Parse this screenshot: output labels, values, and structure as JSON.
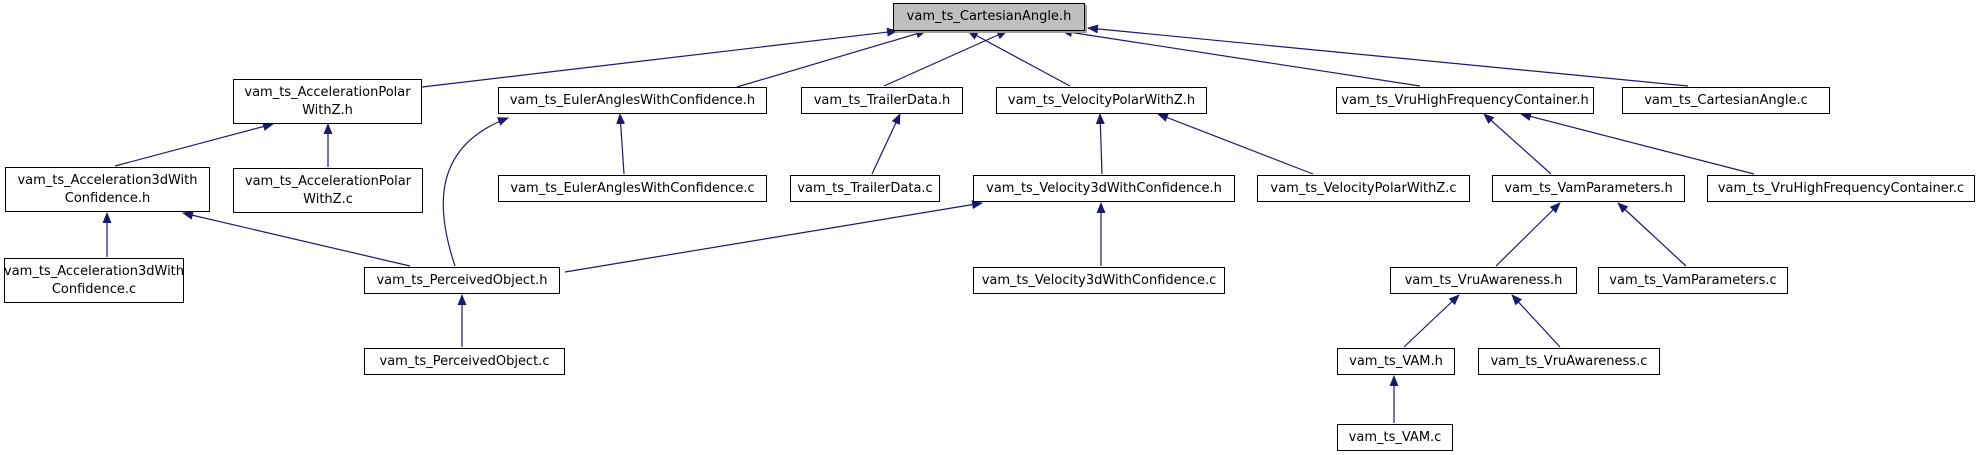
{
  "diagram": {
    "kind": "doxygen-included-by-graph",
    "root_id": "n0",
    "colors": {
      "edge": "#191970",
      "root_fill": "#bfbfbf",
      "node_fill": "#ffffff",
      "node_border": "#000000",
      "text": "#000000",
      "background": "#ffffff"
    },
    "nodes": [
      {
        "id": "n0",
        "label": "vam_ts_CartesianAngle.h"
      },
      {
        "id": "n1",
        "label": "vam_ts_AccelerationPolar\nWithZ.h"
      },
      {
        "id": "n2",
        "label": "vam_ts_EulerAnglesWithConfidence.h"
      },
      {
        "id": "n3",
        "label": "vam_ts_TrailerData.h"
      },
      {
        "id": "n4",
        "label": "vam_ts_VelocityPolarWithZ.h"
      },
      {
        "id": "n5",
        "label": "vam_ts_VruHighFrequencyContainer.h"
      },
      {
        "id": "n6",
        "label": "vam_ts_CartesianAngle.c"
      },
      {
        "id": "n7",
        "label": "vam_ts_Acceleration3dWith\nConfidence.h"
      },
      {
        "id": "n8",
        "label": "vam_ts_AccelerationPolar\nWithZ.c"
      },
      {
        "id": "n9",
        "label": "vam_ts_EulerAnglesWithConfidence.c"
      },
      {
        "id": "n10",
        "label": "vam_ts_TrailerData.c"
      },
      {
        "id": "n11",
        "label": "vam_ts_Velocity3dWithConfidence.h"
      },
      {
        "id": "n12",
        "label": "vam_ts_VelocityPolarWithZ.c"
      },
      {
        "id": "n13",
        "label": "vam_ts_VamParameters.h"
      },
      {
        "id": "n14",
        "label": "vam_ts_VruHighFrequencyContainer.c"
      },
      {
        "id": "n15",
        "label": "vam_ts_Acceleration3dWith\nConfidence.c"
      },
      {
        "id": "n16",
        "label": "vam_ts_PerceivedObject.h"
      },
      {
        "id": "n17",
        "label": "vam_ts_Velocity3dWithConfidence.c"
      },
      {
        "id": "n18",
        "label": "vam_ts_VruAwareness.h"
      },
      {
        "id": "n19",
        "label": "vam_ts_VamParameters.c"
      },
      {
        "id": "n20",
        "label": "vam_ts_PerceivedObject.c"
      },
      {
        "id": "n21",
        "label": "vam_ts_VAM.h"
      },
      {
        "id": "n22",
        "label": "vam_ts_VruAwareness.c"
      },
      {
        "id": "n23",
        "label": "vam_ts_VAM.c"
      }
    ],
    "edges": [
      {
        "from": "n1",
        "to": "n0"
      },
      {
        "from": "n2",
        "to": "n0"
      },
      {
        "from": "n3",
        "to": "n0"
      },
      {
        "from": "n4",
        "to": "n0"
      },
      {
        "from": "n5",
        "to": "n0"
      },
      {
        "from": "n6",
        "to": "n0"
      },
      {
        "from": "n7",
        "to": "n1"
      },
      {
        "from": "n8",
        "to": "n1"
      },
      {
        "from": "n9",
        "to": "n2"
      },
      {
        "from": "n16",
        "to": "n2"
      },
      {
        "from": "n10",
        "to": "n3"
      },
      {
        "from": "n11",
        "to": "n4"
      },
      {
        "from": "n12",
        "to": "n4"
      },
      {
        "from": "n13",
        "to": "n5"
      },
      {
        "from": "n14",
        "to": "n5"
      },
      {
        "from": "n15",
        "to": "n7"
      },
      {
        "from": "n16",
        "to": "n7"
      },
      {
        "from": "n17",
        "to": "n11"
      },
      {
        "from": "n16",
        "to": "n11"
      },
      {
        "from": "n18",
        "to": "n13"
      },
      {
        "from": "n19",
        "to": "n13"
      },
      {
        "from": "n20",
        "to": "n16"
      },
      {
        "from": "n21",
        "to": "n18"
      },
      {
        "from": "n22",
        "to": "n18"
      },
      {
        "from": "n23",
        "to": "n21"
      }
    ]
  }
}
